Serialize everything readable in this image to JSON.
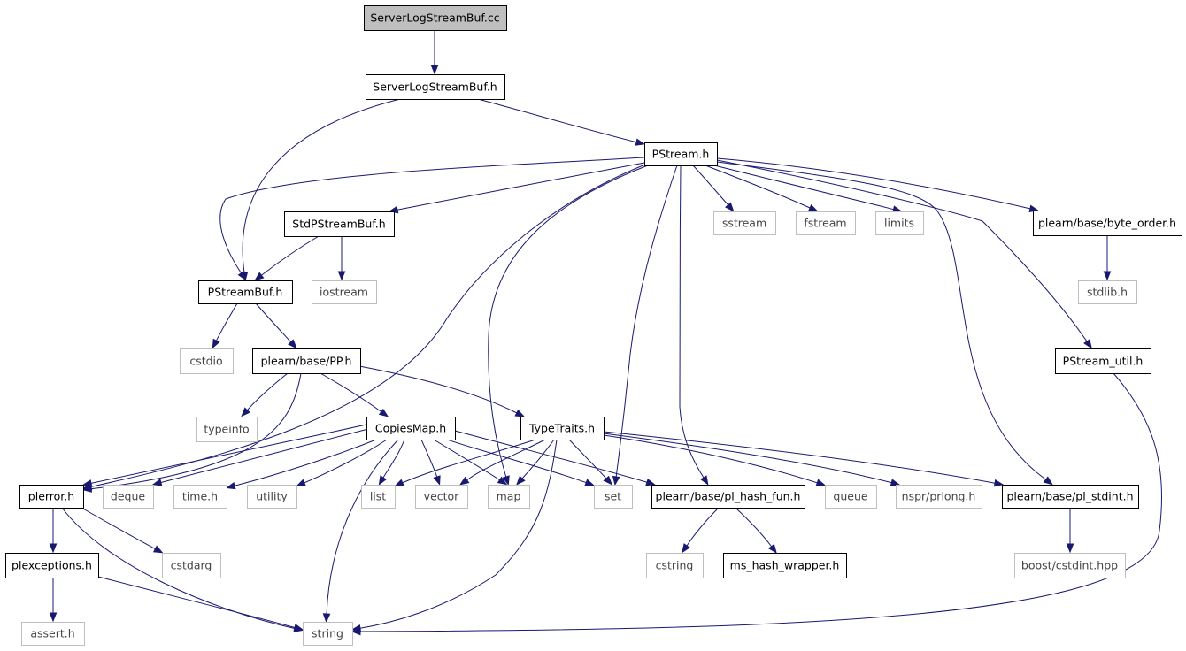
{
  "diagram": {
    "type": "include-dependency-graph",
    "colors": {
      "edge": "#191970",
      "root_fill": "#bfbfbf",
      "internal_border": "#000000",
      "external_border": "#bfbfbf",
      "background": "#ffffff"
    },
    "nodes": [
      {
        "id": "slsb_cc",
        "label": "ServerLogStreamBuf.cc",
        "kind": "root"
      },
      {
        "id": "slsb_h",
        "label": "ServerLogStreamBuf.h",
        "kind": "internal"
      },
      {
        "id": "pstream_h",
        "label": "PStream.h",
        "kind": "internal"
      },
      {
        "id": "stdpsb_h",
        "label": "StdPStreamBuf.h",
        "kind": "internal"
      },
      {
        "id": "sstream",
        "label": "sstream",
        "kind": "external"
      },
      {
        "id": "fstream",
        "label": "fstream",
        "kind": "external"
      },
      {
        "id": "limits",
        "label": "limits",
        "kind": "external"
      },
      {
        "id": "byte_order",
        "label": "plearn/base/byte_order.h",
        "kind": "internal"
      },
      {
        "id": "psb_h",
        "label": "PStreamBuf.h",
        "kind": "internal"
      },
      {
        "id": "iostream",
        "label": "iostream",
        "kind": "external"
      },
      {
        "id": "stdlib",
        "label": "stdlib.h",
        "kind": "external"
      },
      {
        "id": "cstdio",
        "label": "cstdio",
        "kind": "external"
      },
      {
        "id": "pp_h",
        "label": "plearn/base/PP.h",
        "kind": "internal"
      },
      {
        "id": "pstream_util",
        "label": "PStream_util.h",
        "kind": "internal"
      },
      {
        "id": "typeinfo",
        "label": "typeinfo",
        "kind": "external"
      },
      {
        "id": "copiesmap",
        "label": "CopiesMap.h",
        "kind": "internal"
      },
      {
        "id": "typetraits",
        "label": "TypeTraits.h",
        "kind": "internal"
      },
      {
        "id": "plerror",
        "label": "plerror.h",
        "kind": "internal"
      },
      {
        "id": "deque",
        "label": "deque",
        "kind": "external"
      },
      {
        "id": "time_h",
        "label": "time.h",
        "kind": "external"
      },
      {
        "id": "utility",
        "label": "utility",
        "kind": "external"
      },
      {
        "id": "list",
        "label": "list",
        "kind": "external"
      },
      {
        "id": "vector",
        "label": "vector",
        "kind": "external"
      },
      {
        "id": "map",
        "label": "map",
        "kind": "external"
      },
      {
        "id": "set",
        "label": "set",
        "kind": "external"
      },
      {
        "id": "pl_hash_fun",
        "label": "plearn/base/pl_hash_fun.h",
        "kind": "internal"
      },
      {
        "id": "queue",
        "label": "queue",
        "kind": "external"
      },
      {
        "id": "prlong",
        "label": "nspr/prlong.h",
        "kind": "external"
      },
      {
        "id": "pl_stdint",
        "label": "plearn/base/pl_stdint.h",
        "kind": "internal"
      },
      {
        "id": "plexceptions",
        "label": "plexceptions.h",
        "kind": "internal"
      },
      {
        "id": "cstdarg",
        "label": "cstdarg",
        "kind": "external"
      },
      {
        "id": "cstring",
        "label": "cstring",
        "kind": "external"
      },
      {
        "id": "ms_hash",
        "label": "ms_hash_wrapper.h",
        "kind": "internal"
      },
      {
        "id": "boost_cstdint",
        "label": "boost/cstdint.hpp",
        "kind": "external"
      },
      {
        "id": "assert_h",
        "label": "assert.h",
        "kind": "external"
      },
      {
        "id": "string",
        "label": "string",
        "kind": "external"
      }
    ],
    "edges": [
      {
        "from": "slsb_cc",
        "to": "slsb_h"
      },
      {
        "from": "slsb_h",
        "to": "pstream_h"
      },
      {
        "from": "slsb_h",
        "to": "psb_h"
      },
      {
        "from": "pstream_h",
        "to": "psb_h"
      },
      {
        "from": "pstream_h",
        "to": "stdpsb_h"
      },
      {
        "from": "pstream_h",
        "to": "plerror"
      },
      {
        "from": "pstream_h",
        "to": "map"
      },
      {
        "from": "pstream_h",
        "to": "set"
      },
      {
        "from": "pstream_h",
        "to": "pl_hash_fun"
      },
      {
        "from": "pstream_h",
        "to": "sstream"
      },
      {
        "from": "pstream_h",
        "to": "fstream"
      },
      {
        "from": "pstream_h",
        "to": "limits"
      },
      {
        "from": "pstream_h",
        "to": "pl_stdint"
      },
      {
        "from": "pstream_h",
        "to": "pstream_util"
      },
      {
        "from": "pstream_h",
        "to": "byte_order"
      },
      {
        "from": "stdpsb_h",
        "to": "psb_h"
      },
      {
        "from": "stdpsb_h",
        "to": "iostream"
      },
      {
        "from": "byte_order",
        "to": "stdlib"
      },
      {
        "from": "psb_h",
        "to": "cstdio"
      },
      {
        "from": "psb_h",
        "to": "pp_h"
      },
      {
        "from": "pp_h",
        "to": "typeinfo"
      },
      {
        "from": "pp_h",
        "to": "plerror"
      },
      {
        "from": "pp_h",
        "to": "copiesmap"
      },
      {
        "from": "pp_h",
        "to": "typetraits"
      },
      {
        "from": "copiesmap",
        "to": "plerror"
      },
      {
        "from": "copiesmap",
        "to": "deque"
      },
      {
        "from": "copiesmap",
        "to": "time_h"
      },
      {
        "from": "copiesmap",
        "to": "utility"
      },
      {
        "from": "copiesmap",
        "to": "list"
      },
      {
        "from": "copiesmap",
        "to": "vector"
      },
      {
        "from": "copiesmap",
        "to": "map"
      },
      {
        "from": "copiesmap",
        "to": "set"
      },
      {
        "from": "copiesmap",
        "to": "string"
      },
      {
        "from": "copiesmap",
        "to": "pl_hash_fun"
      },
      {
        "from": "typetraits",
        "to": "list"
      },
      {
        "from": "typetraits",
        "to": "vector"
      },
      {
        "from": "typetraits",
        "to": "map"
      },
      {
        "from": "typetraits",
        "to": "set"
      },
      {
        "from": "typetraits",
        "to": "string"
      },
      {
        "from": "typetraits",
        "to": "queue"
      },
      {
        "from": "typetraits",
        "to": "prlong"
      },
      {
        "from": "typetraits",
        "to": "pl_stdint"
      },
      {
        "from": "plerror",
        "to": "plexceptions"
      },
      {
        "from": "plerror",
        "to": "cstdarg"
      },
      {
        "from": "plerror",
        "to": "string"
      },
      {
        "from": "plexceptions",
        "to": "assert_h"
      },
      {
        "from": "plexceptions",
        "to": "string"
      },
      {
        "from": "pl_hash_fun",
        "to": "cstring"
      },
      {
        "from": "pl_hash_fun",
        "to": "ms_hash"
      },
      {
        "from": "pl_stdint",
        "to": "boost_cstdint"
      },
      {
        "from": "pstream_util",
        "to": "string"
      }
    ]
  }
}
